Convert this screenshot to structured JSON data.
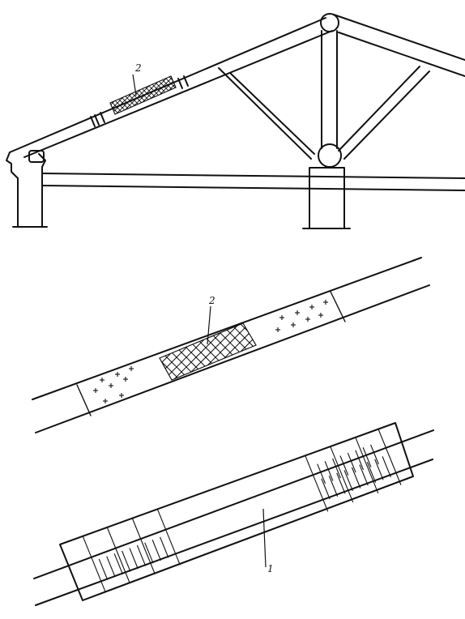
{
  "labels": {
    "marker_2_top": "2",
    "marker_2_mid": "2",
    "marker_1_bottom": "1"
  },
  "colors": {
    "ink": "#111111",
    "paper": "#ffffff"
  }
}
